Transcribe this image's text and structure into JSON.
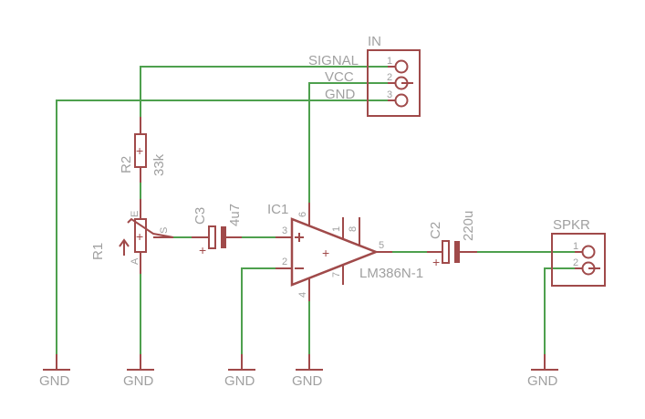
{
  "connectors": {
    "in": {
      "name": "IN",
      "pins": [
        {
          "number": "1",
          "label": "SIGNAL"
        },
        {
          "number": "2",
          "label": "VCC"
        },
        {
          "number": "3",
          "label": "GND"
        }
      ]
    },
    "spkr": {
      "name": "SPKR",
      "pins": [
        {
          "number": "1"
        },
        {
          "number": "2"
        }
      ]
    }
  },
  "components": {
    "r1": {
      "name": "R1",
      "pin_a": "A",
      "pin_e": "E",
      "pin_s": "S"
    },
    "r2": {
      "name": "R2",
      "value": "33k"
    },
    "c3": {
      "name": "C3",
      "value": "4u7",
      "polarity": "+"
    },
    "c2": {
      "name": "C2",
      "value": "220u",
      "polarity": "+"
    },
    "ic1": {
      "name": "IC1",
      "value": "LM386N-1",
      "pins": {
        "p1": "1",
        "p2": "2",
        "p3": "3",
        "p4": "4",
        "p5": "5",
        "p6": "6",
        "p7": "7",
        "p8": "8"
      },
      "plus": "+",
      "minus": "−",
      "center": "+"
    },
    "r2_center": "+",
    "r1_center": "+"
  },
  "grounds": [
    {
      "label": "GND"
    },
    {
      "label": "GND"
    },
    {
      "label": "GND"
    },
    {
      "label": "GND"
    },
    {
      "label": "GND"
    }
  ],
  "colors": {
    "wire": "#4ea04e",
    "part": "#a04a4a",
    "text": "#a0a0a0"
  }
}
